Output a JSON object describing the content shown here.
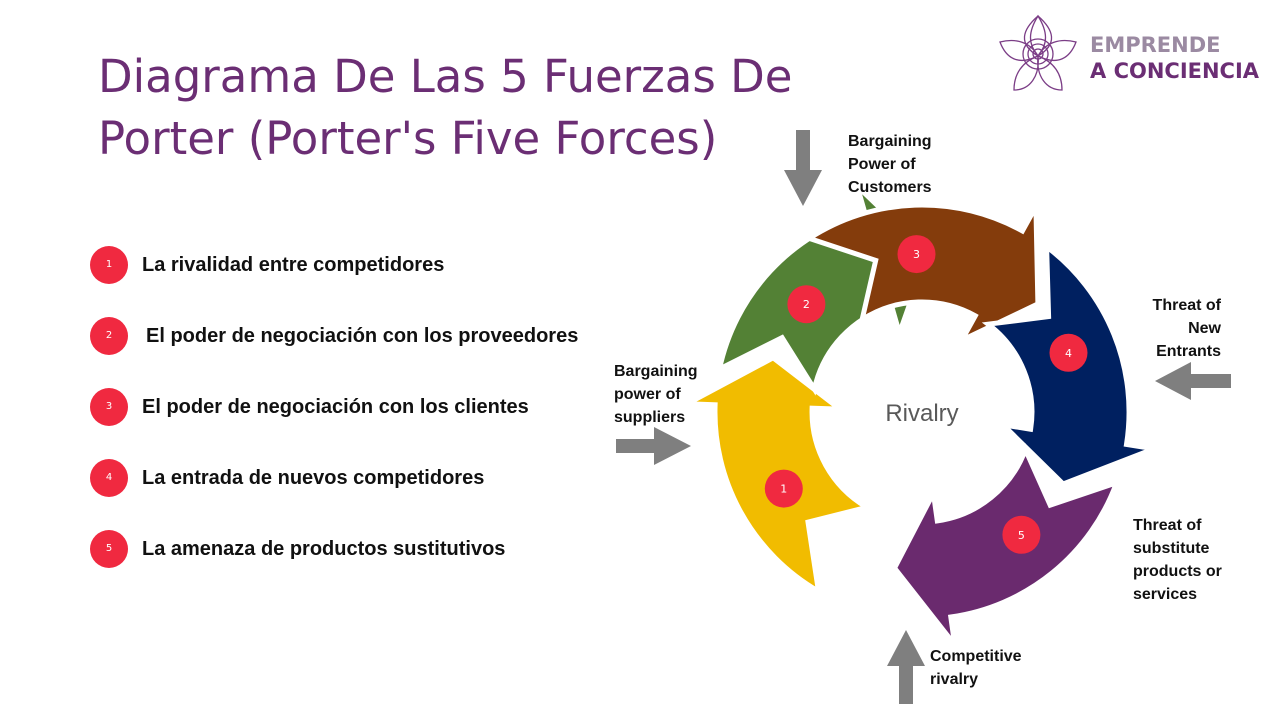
{
  "title_lines": [
    "Diagrama De Las 5 Fuerzas De",
    "Porter (Porter's Five Forces)"
  ],
  "logo": {
    "line1": "EMPRENDE",
    "line2": "A CONCIENCIA"
  },
  "forces": [
    {
      "number": "1",
      "text": "La rivalidad entre competidores"
    },
    {
      "number": "2",
      "text": "El poder de negociación con los proveedores"
    },
    {
      "number": "3",
      "text": "El poder de negociación con los clientes"
    },
    {
      "number": "4",
      "text": "La entrada de nuevos competidores"
    },
    {
      "number": "5",
      "text": "La amenaza de productos sustitutivos"
    }
  ],
  "diagram": {
    "center_label": "Rivalry",
    "segments": [
      {
        "number": "1",
        "color": "#f1bc00"
      },
      {
        "number": "2",
        "color": "#538135"
      },
      {
        "number": "3",
        "color": "#843c0c"
      },
      {
        "number": "4",
        "color": "#002060"
      },
      {
        "number": "5",
        "color": "#6a2a6e"
      }
    ],
    "labels": {
      "customers": [
        "Bargaining",
        "Power of",
        "Customers"
      ],
      "entrants": [
        "Threat of",
        "New",
        "Entrants"
      ],
      "suppliers": [
        "Bargaining",
        "power of",
        "suppliers"
      ],
      "substitutes": [
        "Threat of",
        "substitute",
        "products or",
        "services"
      ],
      "rivalry": [
        "Competitive",
        "rivalry"
      ]
    },
    "arrow_color": "#7f7f7f",
    "badge_color": "#f02940"
  }
}
